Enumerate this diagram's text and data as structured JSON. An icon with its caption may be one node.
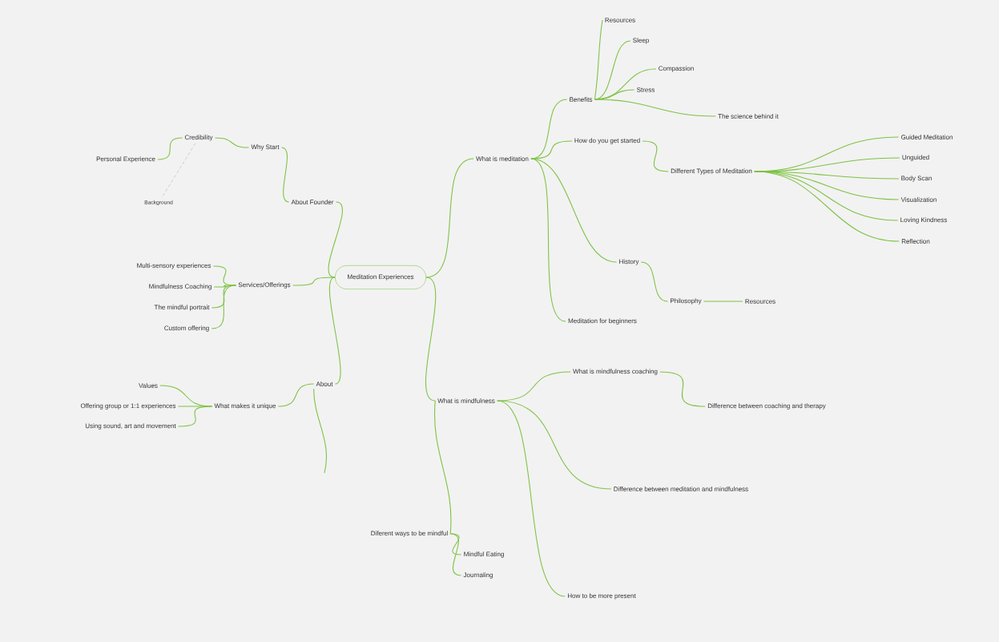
{
  "diagram": {
    "nodes": [
      {
        "text": [
          "Meditation Experiences"
        ]
      },
      {
        "text": [
          "About Founder"
        ]
      },
      {
        "text": [
          "Why Start"
        ]
      },
      {
        "text": [
          "Credibility"
        ]
      },
      {
        "text": [
          "Personal Experience"
        ]
      },
      {
        "text": [
          "Background"
        ]
      },
      {
        "text": [
          "Services/Offerings"
        ]
      },
      {
        "text": [
          "Multi-sensory experiences"
        ]
      },
      {
        "text": [
          "Mindfulness Coaching"
        ]
      },
      {
        "text": [
          "The mindful portrait"
        ]
      },
      {
        "text": [
          "Custom offering"
        ]
      },
      {
        "text": [
          "About"
        ]
      },
      {
        "text": [
          "What makes it unique"
        ]
      },
      {
        "text": [
          "Values"
        ]
      },
      {
        "text": [
          "Offering group or 1:1 experiences"
        ]
      },
      {
        "text": [
          "Using sound, art and movement"
        ]
      },
      {
        "text": [
          "What is meditation"
        ]
      },
      {
        "text": [
          "Benefits"
        ]
      },
      {
        "text": [
          "Resources"
        ]
      },
      {
        "text": [
          "Sleep"
        ]
      },
      {
        "text": [
          "Compassion"
        ]
      },
      {
        "text": [
          "Stress"
        ]
      },
      {
        "text": [
          "The science behind it"
        ]
      },
      {
        "text": [
          "How do you get started"
        ]
      },
      {
        "text": [
          "Different Types of Meditation"
        ]
      },
      {
        "text": [
          "Guided Meditation"
        ]
      },
      {
        "text": [
          "Unguided"
        ]
      },
      {
        "text": [
          "Body Scan"
        ]
      },
      {
        "text": [
          "Visualization"
        ]
      },
      {
        "text": [
          "Loving Kindness"
        ]
      },
      {
        "text": [
          "Reflection"
        ]
      },
      {
        "text": [
          "History"
        ]
      },
      {
        "text": [
          "Philosophy"
        ]
      },
      {
        "text": [
          "Resources"
        ]
      },
      {
        "text": [
          "Meditation for beginners"
        ]
      },
      {
        "text": [
          "What is mindfulness"
        ]
      },
      {
        "text": [
          "What is mindfulness coaching"
        ]
      },
      {
        "text": [
          "Difference between coaching and therapy"
        ]
      },
      {
        "text": [
          "Difference between meditation and mindfulness"
        ]
      },
      {
        "text": [
          "Diferent ways to be mindful"
        ]
      },
      {
        "text": [
          "Mindful Eating"
        ]
      },
      {
        "text": [
          "Journaling"
        ]
      },
      {
        "text": [
          "How to be more present"
        ]
      }
    ],
    "edges": [
      {
        "from": 0,
        "to": 1,
        "arrow": "none"
      },
      {
        "from": 1,
        "to": 2,
        "arrow": "none"
      },
      {
        "from": 2,
        "to": 3,
        "arrow": "none"
      },
      {
        "from": 3,
        "to": 4,
        "arrow": "none"
      },
      {
        "from": 3,
        "to": 5,
        "arrow": "none",
        "style": "dashed",
        "color": "#b0b0b0"
      },
      {
        "from": 0,
        "to": 6,
        "arrow": "none"
      },
      {
        "from": 6,
        "to": 7,
        "arrow": "none"
      },
      {
        "from": 6,
        "to": 8,
        "arrow": "none"
      },
      {
        "from": 6,
        "to": 9,
        "arrow": "none"
      },
      {
        "from": 6,
        "to": 10,
        "arrow": "none"
      },
      {
        "from": 0,
        "to": 11,
        "arrow": "none"
      },
      {
        "from": 11,
        "to": 12,
        "arrow": "none"
      },
      {
        "from": 12,
        "to": 13,
        "arrow": "none"
      },
      {
        "from": 12,
        "to": 14,
        "arrow": "none"
      },
      {
        "from": 12,
        "to": 15,
        "arrow": "none"
      },
      {
        "from": 11,
        "to": null,
        "arrow": "none"
      },
      {
        "from": 0,
        "to": 16,
        "arrow": "none"
      },
      {
        "from": 16,
        "to": 17,
        "arrow": "none"
      },
      {
        "from": 17,
        "to": 18,
        "arrow": "none"
      },
      {
        "from": 17,
        "to": 19,
        "arrow": "none"
      },
      {
        "from": 17,
        "to": 20,
        "arrow": "none"
      },
      {
        "from": 17,
        "to": 21,
        "arrow": "none"
      },
      {
        "from": 17,
        "to": 22,
        "arrow": "none"
      },
      {
        "from": 16,
        "to": 23,
        "arrow": "none"
      },
      {
        "from": 23,
        "to": 24,
        "arrow": "none"
      },
      {
        "from": 24,
        "to": 25,
        "arrow": "none"
      },
      {
        "from": 24,
        "to": 26,
        "arrow": "none"
      },
      {
        "from": 24,
        "to": 27,
        "arrow": "none"
      },
      {
        "from": 24,
        "to": 28,
        "arrow": "none"
      },
      {
        "from": 24,
        "to": 29,
        "arrow": "none"
      },
      {
        "from": 24,
        "to": 30,
        "arrow": "none"
      },
      {
        "from": 16,
        "to": 31,
        "arrow": "none"
      },
      {
        "from": 31,
        "to": 32,
        "arrow": "none"
      },
      {
        "from": 32,
        "to": 33,
        "arrow": "none"
      },
      {
        "from": 16,
        "to": 34,
        "arrow": "none"
      },
      {
        "from": 0,
        "to": 35,
        "arrow": "none"
      },
      {
        "from": 35,
        "to": 36,
        "arrow": "none"
      },
      {
        "from": 36,
        "to": 37,
        "arrow": "none"
      },
      {
        "from": 35,
        "to": 38,
        "arrow": "none"
      },
      {
        "from": 35,
        "to": 39,
        "arrow": "none"
      },
      {
        "from": 39,
        "to": 40,
        "arrow": "none"
      },
      {
        "from": 39,
        "to": 41,
        "arrow": "none"
      },
      {
        "from": 35,
        "to": 42,
        "arrow": "none"
      }
    ]
  }
}
